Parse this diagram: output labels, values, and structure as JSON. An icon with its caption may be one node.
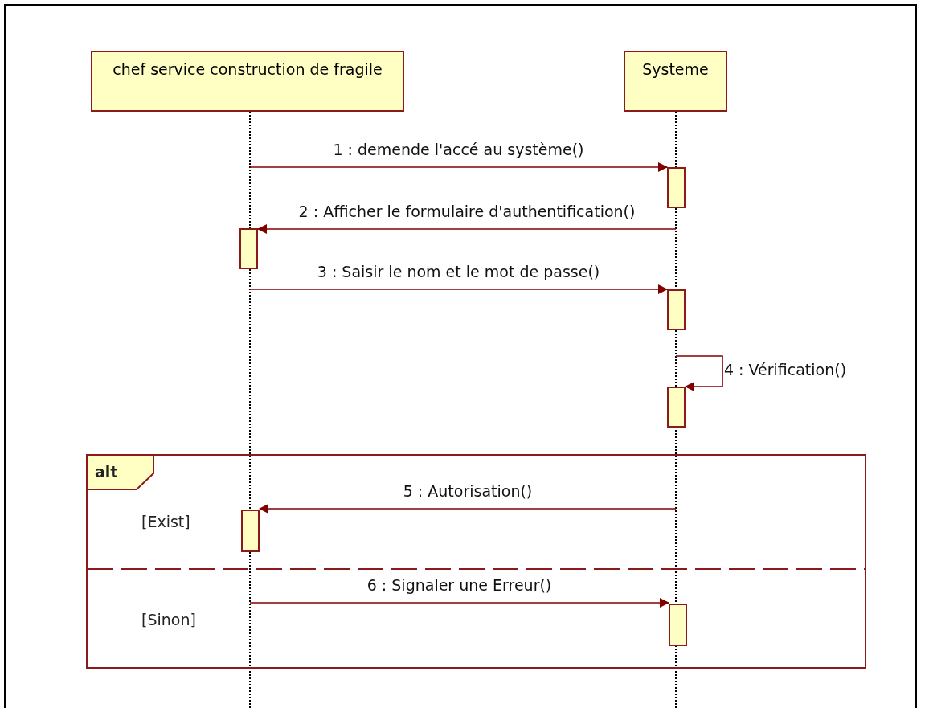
{
  "diagram": {
    "nodes": [
      {
        "text": [
          "chef service construction de fragile"
        ]
      },
      {
        "text": [
          "Systeme"
        ]
      },
      {
        "text": [],
        "shape": "line"
      },
      {
        "text": [],
        "shape": "line"
      },
      {
        "text": [],
        "shape": "bar"
      },
      {
        "text": [],
        "shape": "bar"
      },
      {
        "text": [],
        "shape": "bar"
      },
      {
        "text": [],
        "shape": "bar"
      },
      {
        "text": [
          "alt",
          "[Exist]",
          "[Sinon]"
        ]
      },
      {
        "text": [],
        "shape": "bar",
        "in": 8
      },
      {
        "text": [],
        "shape": "bar",
        "in": 8
      }
    ],
    "edges": [
      {
        "from": 2,
        "to": 4,
        "arrow": "to",
        "label": "1 : demende l'accé au système()"
      },
      {
        "from": 3,
        "to": 5,
        "arrow": "to",
        "label": "2 : Afficher le formulaire d'authentification()"
      },
      {
        "from": 2,
        "to": 6,
        "arrow": "to",
        "label": "3 : Saisir le nom et le mot de passe()"
      },
      {
        "from": 3,
        "to": 7,
        "arrow": "to",
        "label": "4 : Vérification()"
      },
      {
        "from": 3,
        "to": 9,
        "arrow": "to",
        "label": "5 : Autorisation()"
      },
      {
        "from": 2,
        "to": 10,
        "arrow": "to",
        "label": "6 : Signaler une Erreur()"
      }
    ]
  }
}
